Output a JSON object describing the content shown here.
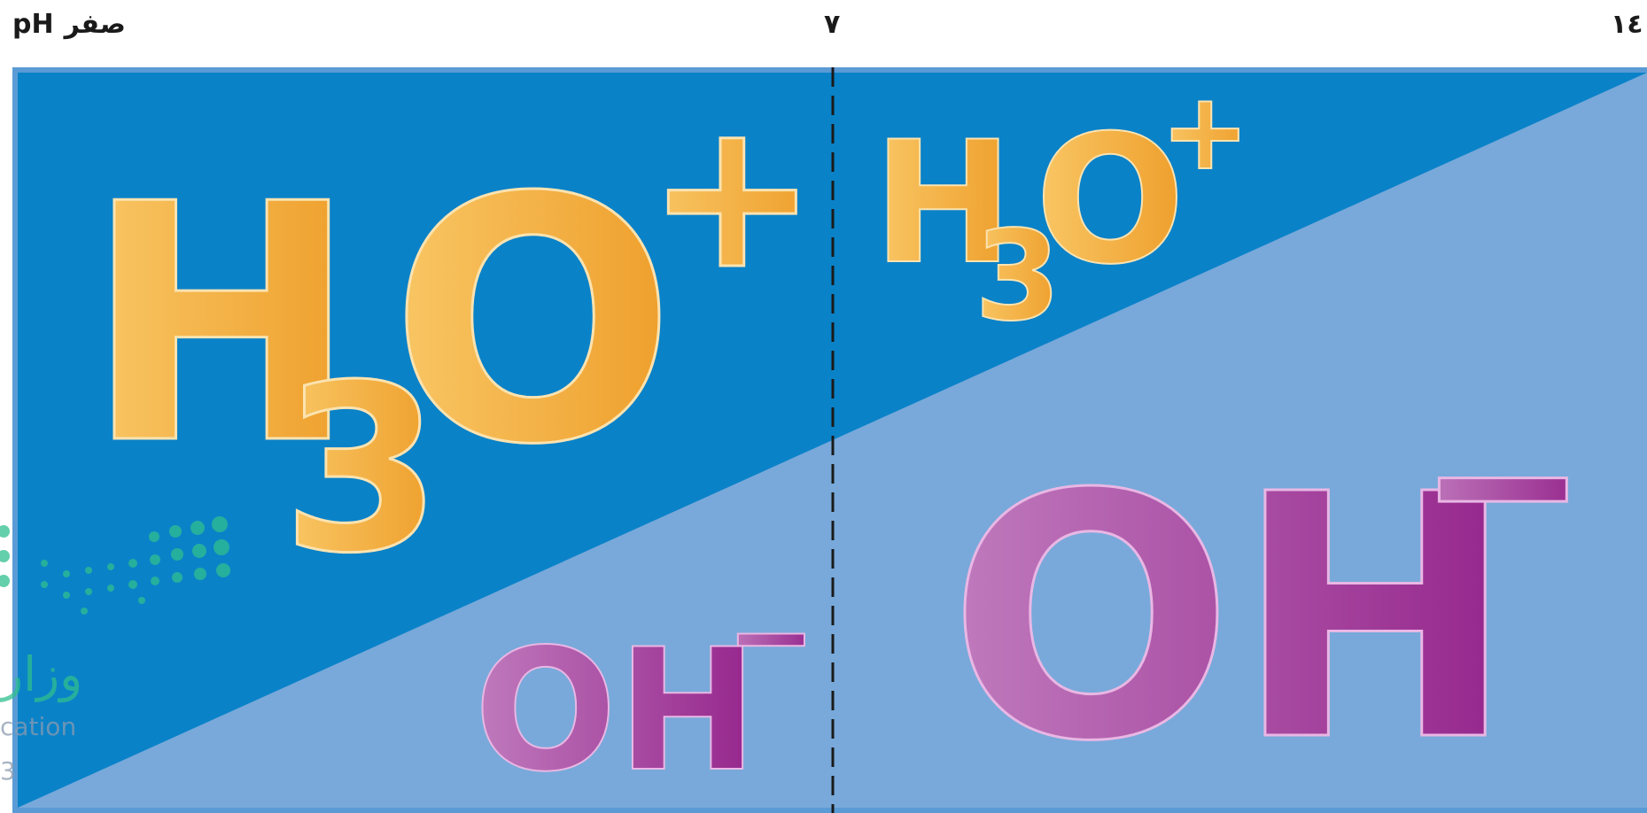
{
  "scale": {
    "zero_label": "صفر",
    "ph_label": "pH",
    "mid_label": "٧",
    "max_label": "١٤"
  },
  "left_panel": {
    "large_ion": {
      "base": "H",
      "subscript": "3",
      "element": "O",
      "charge": "+"
    },
    "small_ion": {
      "base": "OH",
      "charge": "−"
    }
  },
  "right_panel": {
    "small_ion": {
      "base": "H",
      "subscript": "3",
      "element": "O",
      "charge": "+"
    },
    "large_ion": {
      "base": "OH",
      "charge": "−"
    }
  },
  "watermark": {
    "text_ar": "وزار",
    "text_en": "cation",
    "digit": "3"
  },
  "colors": {
    "dark_blue": "#0a82c8",
    "light_blue": "#78a9da",
    "orange": "#f2a93a",
    "purple": "#a23a96",
    "divider": "#1a1a1a"
  }
}
